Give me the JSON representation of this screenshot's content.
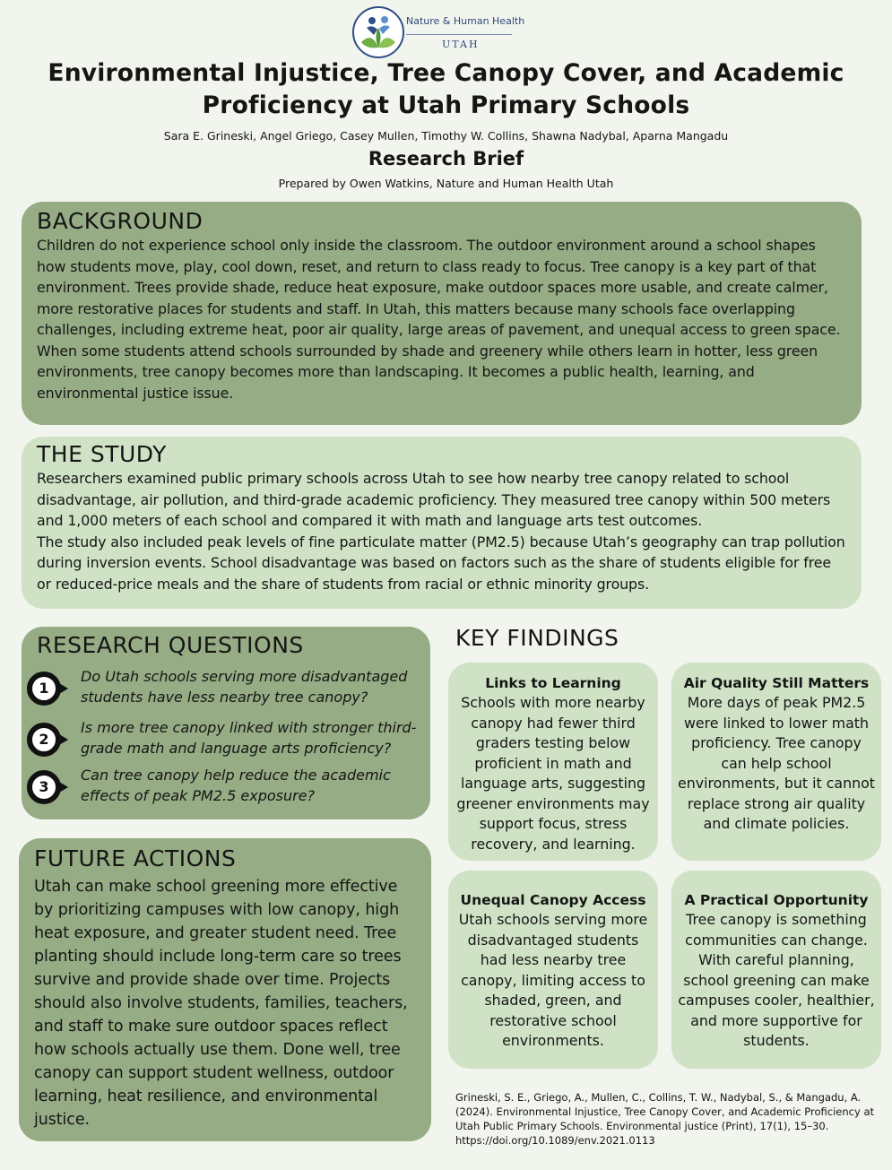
{
  "header": {
    "logo_name": "Nature & Human Health",
    "logo_sub": "UTAH",
    "title": "Environmental Injustice, Tree Canopy Cover, and Academic Proficiency at Utah Primary Schools",
    "authors": "Sara E. Grineski, Angel Griego, Casey Mullen, Timothy W. Collins, Shawna Nadybal, Aparna Mangadu",
    "brief": "Research Brief",
    "prepared_by": "Prepared by Owen Watkins, Nature and Human Health Utah"
  },
  "background": {
    "heading": "BACKGROUND",
    "body": "Children do not experience school only inside the classroom. The outdoor environment around a school shapes how students move, play, cool down, reset, and return to class ready to focus. Tree canopy is a key part of that environment. Trees provide shade, reduce heat exposure, make outdoor spaces more usable, and create calmer, more restorative places for students and staff. In Utah, this matters because many schools face overlapping challenges, including extreme heat, poor air quality, large areas of pavement, and unequal access to green space. When some students attend schools surrounded by shade and greenery while others learn in hotter, less green environments, tree canopy becomes more than landscaping. It becomes a public health, learning, and environmental justice issue."
  },
  "study": {
    "heading": "THE STUDY",
    "body1": "Researchers examined public primary schools across Utah to see how nearby tree canopy related to school disadvantage, air pollution, and third-grade academic proficiency. They measured tree canopy within 500 meters and 1,000 meters of each school and compared it with math and language arts test outcomes.",
    "body2": "The study also included peak levels of fine particulate matter (PM2.5) because Utah’s geography can trap pollution during inversion events. School disadvantage was based on factors such as the share of students eligible for free or reduced-price meals and the share of students from racial or ethnic minority groups."
  },
  "research_questions": {
    "heading": "RESEARCH QUESTIONS",
    "items": [
      {
        "num": "1",
        "text": "Do Utah schools serving more disadvantaged students have less nearby tree canopy?"
      },
      {
        "num": "2",
        "text": "Is more tree canopy linked with stronger third-grade math and language arts proficiency?"
      },
      {
        "num": "3",
        "text": "Can tree canopy help reduce the academic effects of peak PM2.5 exposure?"
      }
    ]
  },
  "future_actions": {
    "heading": "FUTURE ACTIONS",
    "body": "Utah can make school greening more effective by prioritizing campuses with low canopy, high heat exposure, and greater student need. Tree planting should include long-term care so trees survive and provide shade over time. Projects should also involve students, families, teachers, and staff to make sure outdoor spaces reflect how schools actually use them. Done well, tree canopy can support student wellness, outdoor learning, heat resilience, and environmental justice."
  },
  "key_findings": {
    "heading": "KEY FINDINGS",
    "items": [
      {
        "title": "Links to Learning",
        "body": "Schools with more nearby canopy had fewer third graders testing below proficient in math and language arts, suggesting greener environments may support focus, stress recovery, and learning."
      },
      {
        "title": "Air Quality Still Matters",
        "body": "More days of peak PM2.5 were linked to lower math proficiency. Tree canopy can help school environments, but it cannot replace strong air quality and climate policies."
      },
      {
        "title": "Unequal Canopy Access",
        "body": "Utah schools serving more disadvantaged students had less nearby tree canopy, limiting access to shaded, green, and restorative school environments."
      },
      {
        "title": "A Practical Opportunity",
        "body": "Tree canopy is something communities can change. With careful planning, school greening can make campuses cooler, healthier, and more supportive for students."
      }
    ]
  },
  "citation": "Grineski, S. E., Griego, A., Mullen, C., Collins, T. W., Nadybal, S., & Mangadu, A. (2024). Environmental Injustice, Tree Canopy Cover, and Academic Proficiency at Utah Public Primary Schools. Environmental justice (Print), 17(1), 15–30. https://doi.org/10.1089/env.2021.0113"
}
